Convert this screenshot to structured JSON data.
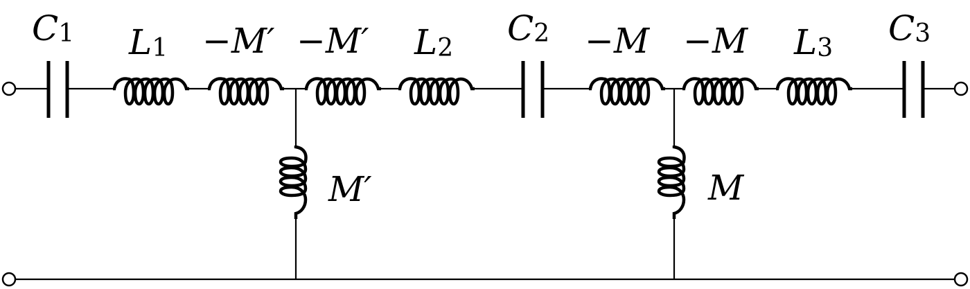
{
  "diagram": {
    "type": "circuit-schematic",
    "colors": {
      "stroke": "#000000",
      "background": "#ffffff"
    },
    "labels": {
      "c1": {
        "main": "C",
        "sub": "1"
      },
      "l1": {
        "main": "L",
        "sub": "1"
      },
      "neg_m_prime_1": "−M′",
      "neg_m_prime_2": "−M′",
      "l2": {
        "main": "L",
        "sub": "2"
      },
      "c2": {
        "main": "C",
        "sub": "2"
      },
      "neg_m_1": "−M",
      "neg_m_2": "−M",
      "l3": {
        "main": "L",
        "sub": "3"
      },
      "c3": {
        "main": "C",
        "sub": "3"
      },
      "shunt_m_prime": "M′",
      "shunt_m": "M"
    },
    "series_components": [
      {
        "id": "C1",
        "kind": "capacitor"
      },
      {
        "id": "L1",
        "kind": "inductor"
      },
      {
        "id": "-M'",
        "kind": "inductor"
      },
      {
        "id": "-M'",
        "kind": "inductor"
      },
      {
        "id": "L2",
        "kind": "inductor"
      },
      {
        "id": "C2",
        "kind": "capacitor"
      },
      {
        "id": "-M",
        "kind": "inductor"
      },
      {
        "id": "-M",
        "kind": "inductor"
      },
      {
        "id": "L3",
        "kind": "inductor"
      },
      {
        "id": "C3",
        "kind": "capacitor"
      }
    ],
    "shunt_components": [
      {
        "id": "M'",
        "kind": "inductor"
      },
      {
        "id": "M",
        "kind": "inductor"
      }
    ],
    "terminals": 4
  }
}
